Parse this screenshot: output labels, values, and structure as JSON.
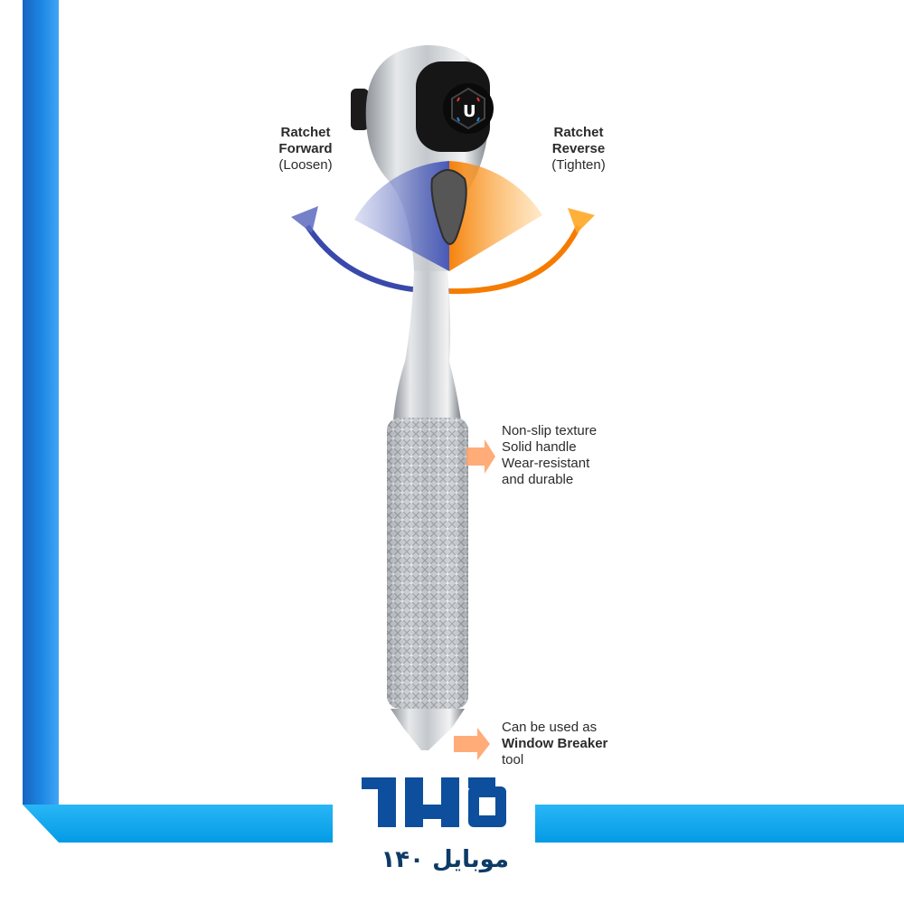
{
  "labels": {
    "forward_title_1": "Ratchet",
    "forward_title_2": "Forward",
    "forward_sub": "(Loosen)",
    "reverse_title_1": "Ratchet",
    "reverse_title_2": "Reverse",
    "reverse_sub": "(Tighten)",
    "grip_1": "Non-slip texture",
    "grip_2": "Solid handle",
    "grip_3": "Wear-resistant",
    "grip_4": "and durable",
    "breaker_1": "Can be used as",
    "breaker_2": "Window Breaker",
    "breaker_3": "tool"
  },
  "logo": {
    "text_fa": "موبایل ۱۴۰",
    "mark_text": "140"
  },
  "colors": {
    "forward": "#3949ab",
    "reverse": "#f57c00",
    "frame_blue": "#1e88e5",
    "frame_cyan": "#03a9f4",
    "logo_navy": "#0d3b66"
  }
}
